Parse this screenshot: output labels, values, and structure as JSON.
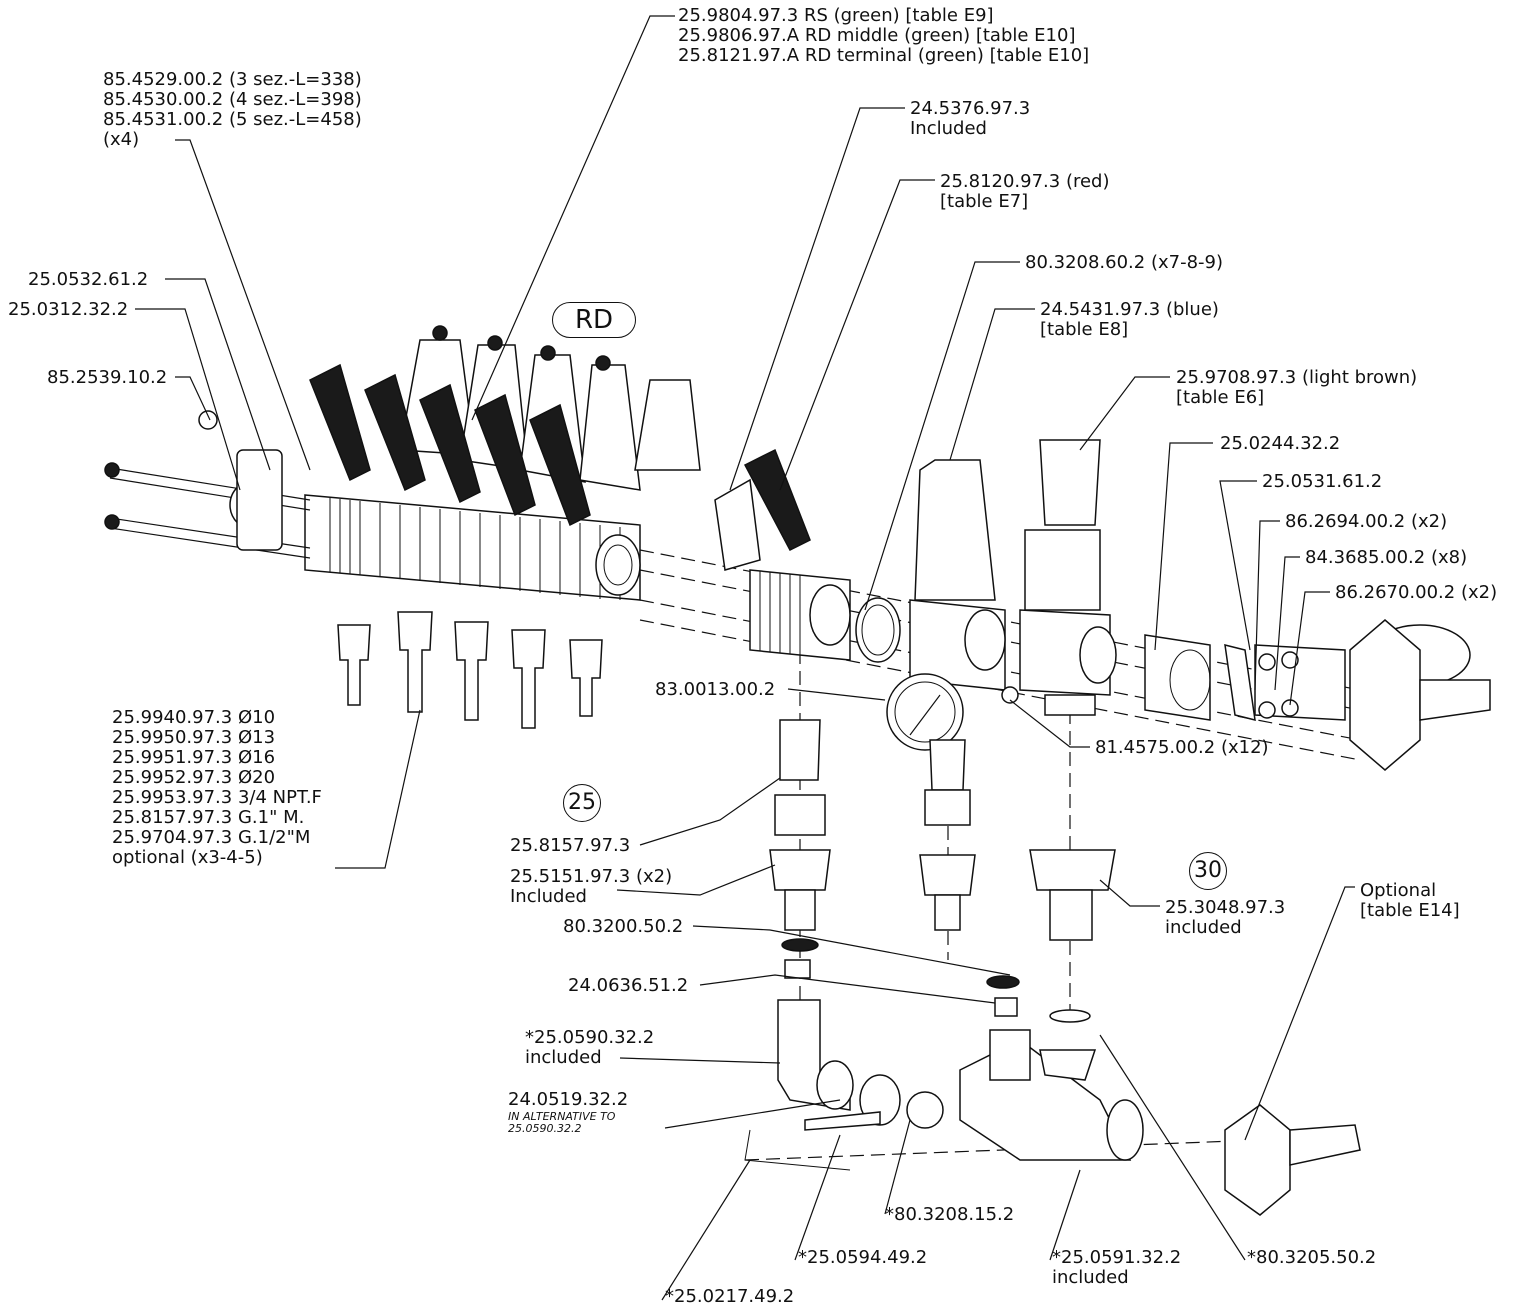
{
  "labels": {
    "l_rs_top": [
      "25.9804.97.3 RS (green) [table E9]",
      "25.9806.97.A RD middle (green) [table E10]",
      "25.8121.97.A RD terminal (green) [table E10]"
    ],
    "l_45": [
      "85.4529.00.2 (3 sez.-L=338)",
      "85.4530.00.2 (4 sez.-L=398)",
      "85.4531.00.2 (5 sez.-L=458)",
      "(x4)"
    ],
    "l_24537": [
      "24.5376.97.3",
      "Included"
    ],
    "l_red": [
      "25.8120.97.3 (red)",
      "[table E7]"
    ],
    "l_80320860": [
      "80.3208.60.2 (x7-8-9)"
    ],
    "l_blue": [
      "24.5431.97.3 (blue)",
      "[table E8]"
    ],
    "l_brown": [
      "25.9708.97.3 (light brown)",
      "[table E6]"
    ],
    "l_250244": [
      "25.0244.32.2"
    ],
    "l_250531": [
      "25.0531.61.2"
    ],
    "l_862694": [
      "86.2694.00.2 (x2)"
    ],
    "l_843685": [
      "84.3685.00.2 (x8)"
    ],
    "l_862670": [
      "86.2670.00.2 (x2)"
    ],
    "l_250532": [
      "25.0532.61.2"
    ],
    "l_250312": [
      "25.0312.32.2"
    ],
    "l_852539": [
      "85.2539.10.2"
    ],
    "l_830013": [
      "83.0013.00.2"
    ],
    "l_814575": [
      "81.4575.00.2 (x12)"
    ],
    "l_fittings": [
      "25.9940.97.3 Ø10",
      "25.9950.97.3 Ø13",
      "25.9951.97.3 Ø16",
      "25.9952.97.3 Ø20",
      "25.9953.97.3 3/4 NPT.F",
      "25.8157.97.3 G.1\" M.",
      "25.9704.97.3 G.1/2\"M",
      "optional (x3-4-5)"
    ],
    "l_258157": [
      "25.8157.97.3"
    ],
    "l_255151": [
      "25.5151.97.3 (x2)",
      "Included"
    ],
    "l_253048": [
      "25.3048.97.3",
      "included"
    ],
    "l_optional": [
      "Optional",
      "[table E14]"
    ],
    "l_803200": [
      "80.3200.50.2"
    ],
    "l_240636": [
      "24.0636.51.2"
    ],
    "l_250590": [
      "*25.0590.32.2",
      "included"
    ],
    "l_240519": [
      "24.0519.32.2"
    ],
    "l_alt": [
      "IN ALTERNATIVE TO",
      "25.0590.32.2"
    ],
    "l_803208152": [
      "*80.3208.15.2"
    ],
    "l_250594": [
      "*25.0594.49.2"
    ],
    "l_250591": [
      "*25.0591.32.2",
      "included"
    ],
    "l_803205": [
      "*80.3205.50.2"
    ],
    "l_250217": [
      "*25.0217.49.2"
    ]
  },
  "bubbles": {
    "rd": "RD",
    "b25": "25",
    "b30": "30"
  }
}
